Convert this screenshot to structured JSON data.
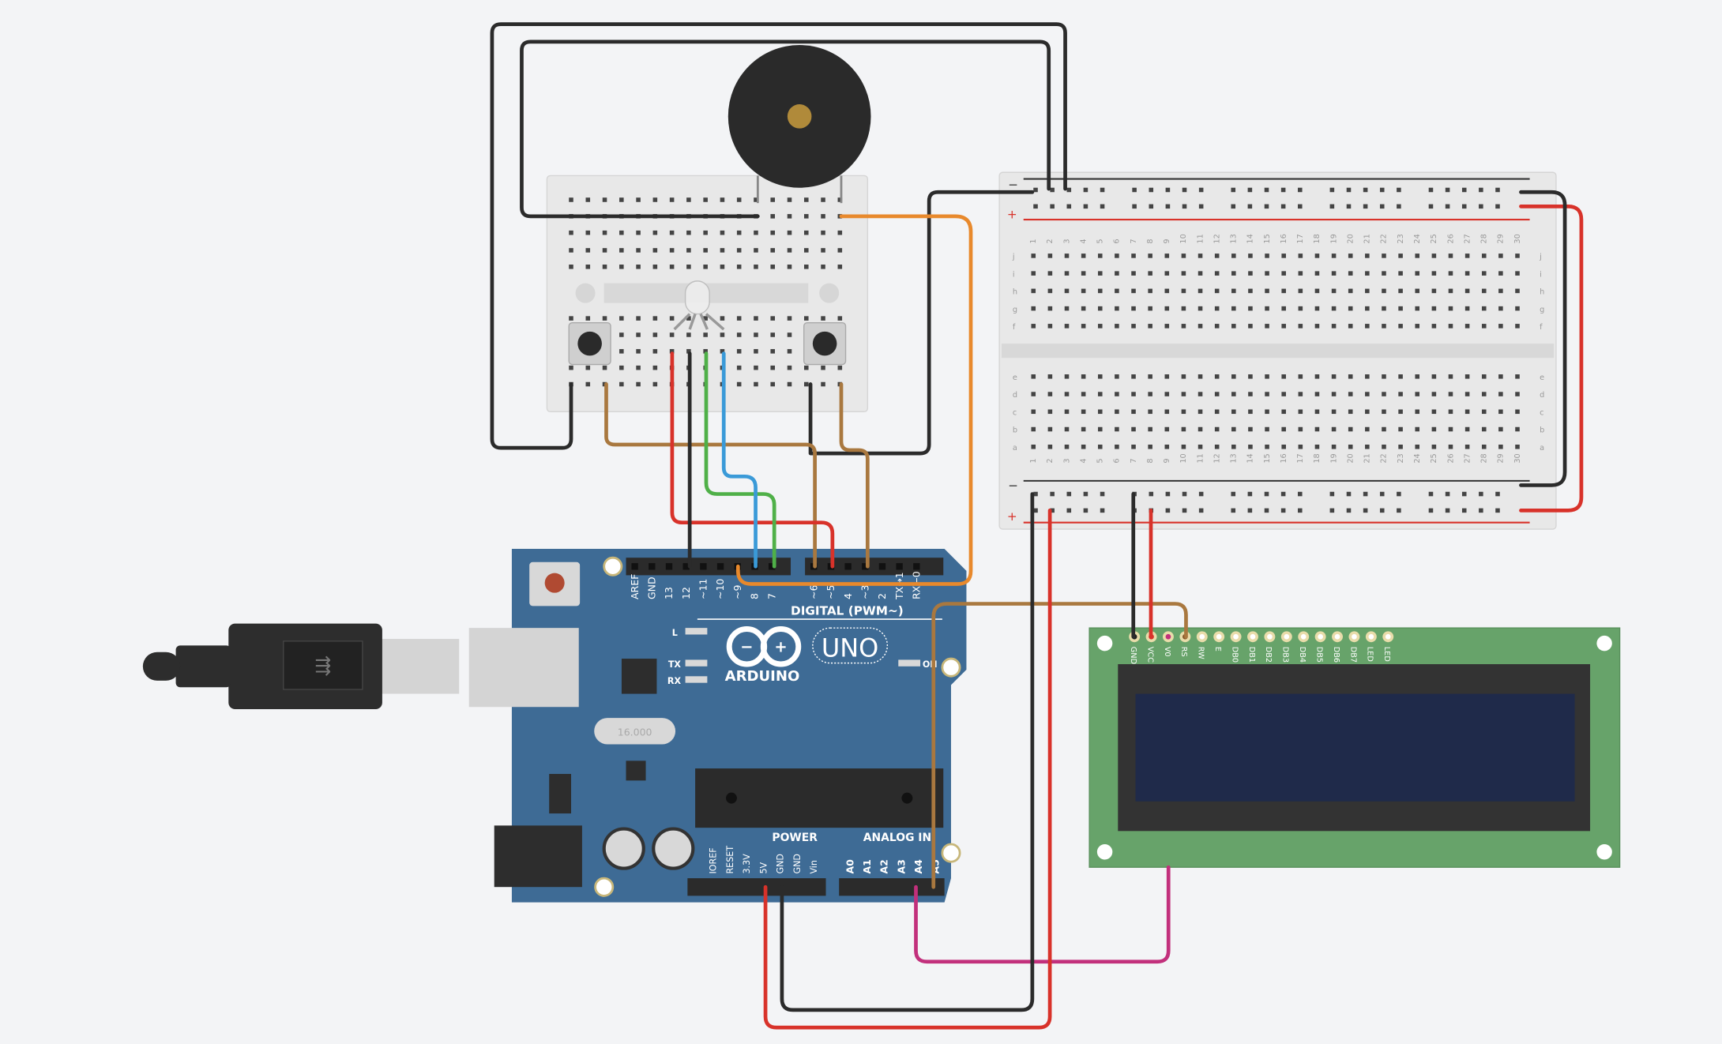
{
  "colors": {
    "background": "#f3f4f6",
    "arduino_board": "#3e6b95",
    "lcd_board": "#67a36a",
    "lcd_screen": "#1f2a4a",
    "breadboard": "#e6e6e6",
    "wire_red": "#d8322a",
    "wire_black": "#2b2b2b",
    "wire_orange": "#e8892c",
    "wire_brown": "#a9783f",
    "wire_green": "#4fb048",
    "wire_blue": "#3a9ad8",
    "wire_magenta": "#c2307c"
  },
  "arduino": {
    "brand": "ARDUINO",
    "model": "UNO",
    "digital_label": "DIGITAL (PWM~)",
    "header_pins": [
      "AREF",
      "GND",
      "13",
      "12",
      "~11",
      "~10",
      "~9",
      "8",
      "7",
      "~6",
      "~5",
      "4",
      "~3",
      "2",
      "TX→1",
      "RX←0"
    ],
    "led_labels": [
      "L",
      "TX",
      "RX"
    ],
    "on_label": "ON",
    "power_label": "POWER",
    "analog_label": "ANALOG IN",
    "power_pins": [
      "IOREF",
      "RESET",
      "3.3V",
      "5V",
      "GND",
      "GND",
      "Vin"
    ],
    "analog_pins": [
      "A0",
      "A1",
      "A2",
      "A3",
      "A4",
      "A5"
    ],
    "crystal_label": "16.000"
  },
  "lcd": {
    "pins": [
      "GND",
      "VCC",
      "V0",
      "RS",
      "RW",
      "E",
      "DB0",
      "DB1",
      "DB2",
      "DB3",
      "DB4",
      "DB5",
      "DB6",
      "DB7",
      "LED",
      "LED"
    ]
  },
  "breadboard": {
    "rows_top": [
      "j",
      "i",
      "h",
      "g",
      "f"
    ],
    "rows_bottom": [
      "e",
      "d",
      "c",
      "b",
      "a"
    ],
    "columns": [
      "1",
      "2",
      "3",
      "4",
      "5",
      "6",
      "7",
      "8",
      "9",
      "10",
      "11",
      "12",
      "13",
      "14",
      "15",
      "16",
      "17",
      "18",
      "19",
      "20",
      "21",
      "22",
      "23",
      "24",
      "25",
      "26",
      "27",
      "28",
      "29",
      "30"
    ],
    "rail_minus": "−",
    "rail_plus": "+"
  }
}
